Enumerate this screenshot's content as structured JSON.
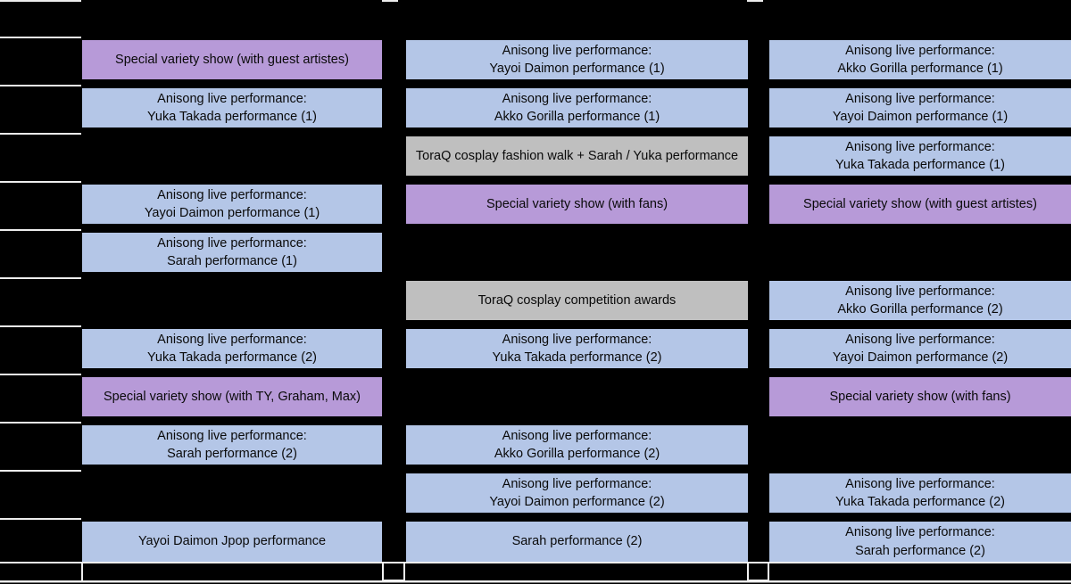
{
  "colors": {
    "background": "#000000",
    "anisong": "#b4c6e7",
    "special": "#b79ad8",
    "cosplay": "#bfbfbf",
    "grid_line": "#ededed",
    "footer_border": "#f2f2f2",
    "bottom_rule": "#6e6e6e",
    "text": "#0a0a0a"
  },
  "schedule": {
    "row_count": 11,
    "stages": [
      {
        "name": "stage-column-1",
        "events": [
          {
            "row": 0,
            "type": "special",
            "lines": [
              "Special variety show (with guest artistes)"
            ]
          },
          {
            "row": 1,
            "type": "anisong",
            "lines": [
              "Anisong live performance:",
              "Yuka Takada performance (1)"
            ]
          },
          {
            "row": 3,
            "type": "anisong",
            "lines": [
              "Anisong live performance:",
              "Yayoi Daimon performance (1)"
            ]
          },
          {
            "row": 4,
            "type": "anisong",
            "lines": [
              "Anisong live performance:",
              "Sarah performance (1)"
            ]
          },
          {
            "row": 6,
            "type": "anisong",
            "lines": [
              "Anisong live performance:",
              "Yuka Takada performance (2)"
            ]
          },
          {
            "row": 7,
            "type": "special",
            "lines": [
              "Special variety show (with TY, Graham, Max)"
            ]
          },
          {
            "row": 8,
            "type": "anisong",
            "lines": [
              "Anisong live performance:",
              "Sarah performance (2)"
            ]
          },
          {
            "row": 10,
            "type": "anisong",
            "lines": [
              "Yayoi Daimon Jpop performance"
            ]
          }
        ]
      },
      {
        "name": "stage-column-2",
        "events": [
          {
            "row": 0,
            "type": "anisong",
            "lines": [
              "Anisong live performance:",
              "Yayoi Daimon performance (1)"
            ]
          },
          {
            "row": 1,
            "type": "anisong",
            "lines": [
              "Anisong live performance:",
              "Akko Gorilla performance (1)"
            ]
          },
          {
            "row": 2,
            "type": "cosplay",
            "lines": [
              "ToraQ cosplay fashion walk + Sarah / Yuka performance"
            ]
          },
          {
            "row": 3,
            "type": "special",
            "lines": [
              "Special variety show (with fans)"
            ]
          },
          {
            "row": 5,
            "type": "cosplay",
            "lines": [
              "ToraQ cosplay competition awards"
            ]
          },
          {
            "row": 6,
            "type": "anisong",
            "lines": [
              "Anisong live performance:",
              "Yuka Takada performance (2)"
            ]
          },
          {
            "row": 8,
            "type": "anisong",
            "lines": [
              "Anisong live performance:",
              "Akko Gorilla performance (2)"
            ]
          },
          {
            "row": 9,
            "type": "anisong",
            "lines": [
              "Anisong live performance:",
              "Yayoi Daimon performance (2)"
            ]
          },
          {
            "row": 10,
            "type": "anisong",
            "lines": [
              "Sarah performance (2)"
            ]
          }
        ]
      },
      {
        "name": "stage-column-3",
        "events": [
          {
            "row": 0,
            "type": "anisong",
            "lines": [
              "Anisong live performance:",
              "Akko Gorilla performance (1)"
            ]
          },
          {
            "row": 1,
            "type": "anisong",
            "lines": [
              "Anisong live performance:",
              "Yayoi Daimon performance (1)"
            ]
          },
          {
            "row": 2,
            "type": "anisong",
            "lines": [
              "Anisong live performance:",
              "Yuka Takada performance (1)"
            ]
          },
          {
            "row": 3,
            "type": "special",
            "lines": [
              "Special variety show (with guest artistes)"
            ]
          },
          {
            "row": 5,
            "type": "anisong",
            "lines": [
              "Anisong live performance:",
              "Akko Gorilla performance (2)"
            ]
          },
          {
            "row": 6,
            "type": "anisong",
            "lines": [
              "Anisong live performance:",
              "Yayoi Daimon performance (2)"
            ]
          },
          {
            "row": 7,
            "type": "special",
            "lines": [
              "Special variety show (with fans)"
            ]
          },
          {
            "row": 9,
            "type": "anisong",
            "lines": [
              "Anisong live performance:",
              "Yuka Takada performance (2)"
            ]
          },
          {
            "row": 10,
            "type": "anisong",
            "lines": [
              "Anisong live performance:",
              "Sarah performance (2)"
            ]
          }
        ]
      }
    ]
  }
}
